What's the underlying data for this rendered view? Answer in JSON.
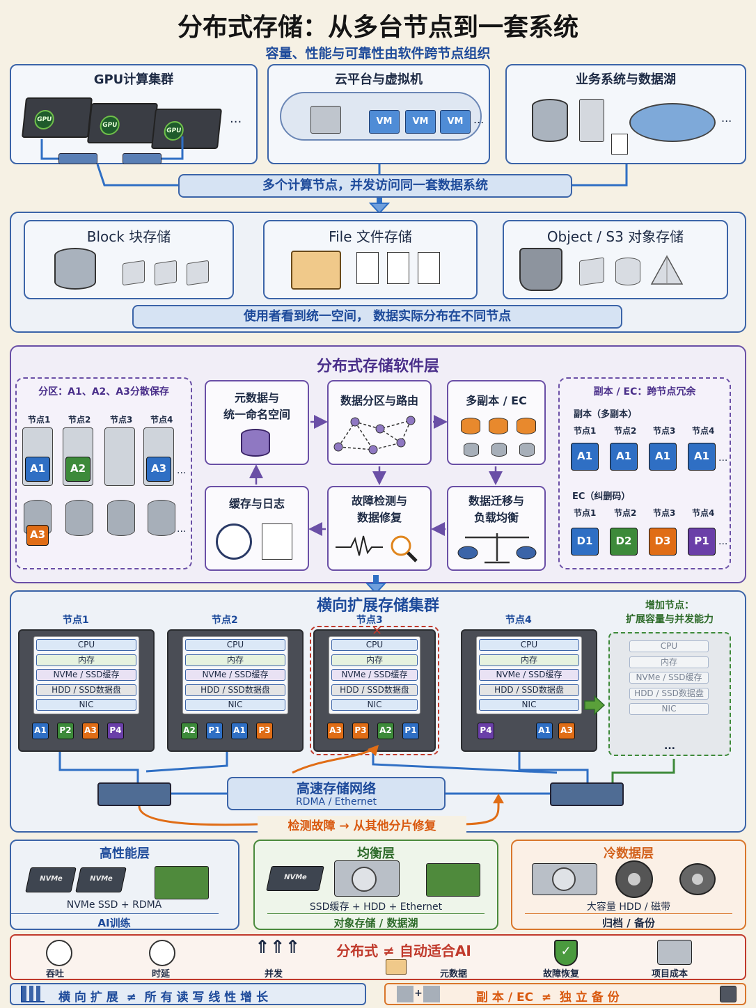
{
  "header": {
    "title": "分布式存储：从多台节点到一套系统",
    "subtitle": "容量、性能与可靠性由软件跨节点组织"
  },
  "compute": {
    "gpu_title": "GPU计算集群",
    "gpu_label": "GPU",
    "cloud_title": "云平台与虚拟机",
    "vm_label": "VM",
    "biz_title": "业务系统与数据湖",
    "ellipsis": "...",
    "ribbon": "多个计算节点，并发访问同一套数据系统"
  },
  "access": {
    "block": "Block 块存储",
    "file": "File 文件存储",
    "object": "Object / S3 对象存储",
    "ribbon": "使用者看到统一空间， 数据实际分布在不同节点"
  },
  "software": {
    "title": "分布式存储软件层",
    "partition_title": "分区：A1、A2、A3分散保存",
    "node_labels": [
      "节点1",
      "节点2",
      "节点3",
      "节点4"
    ],
    "partition_blocks": [
      "A1",
      "A2",
      "A3",
      "A3"
    ],
    "cards": {
      "meta": "元数据与\n统一命名空间",
      "route": "数据分区与路由",
      "replica": "多副本 / EC",
      "cache": "缓存与日志",
      "fault": "故障检测与\n数据修复",
      "migrate": "数据迁移与\n负载均衡"
    },
    "redundancy_title": "副本 / EC：跨节点冗余",
    "replica_sub": "副本（多副本）",
    "replica_blocks": [
      "A1",
      "A1",
      "A1",
      "A1"
    ],
    "ec_sub": "EC（纠删码）",
    "ec_blocks": [
      "D1",
      "D2",
      "D3",
      "P1"
    ]
  },
  "cluster": {
    "title": "横向扩展存储集群",
    "slots": [
      "CPU",
      "内存",
      "NVMe / SSD缓存",
      "HDD / SSD数据盘",
      "NIC"
    ],
    "nodes": [
      {
        "name": "节点1",
        "blocks": [
          "A1",
          "P2",
          "A3",
          "P4"
        ]
      },
      {
        "name": "节点2",
        "blocks": [
          "A2",
          "P1",
          "A1",
          "P3"
        ]
      },
      {
        "name": "节点3",
        "blocks": [
          "A3",
          "P3",
          "A2",
          "P1"
        ]
      },
      {
        "name": "节点4",
        "blocks": [
          "P4",
          "A1",
          "A3"
        ]
      }
    ],
    "add_node": "增加节点：\n扩展容量与并发能力",
    "network_title": "高速存储网络",
    "network_sub": "RDMA / Ethernet",
    "recover": "检测故障 → 从其他分片修复",
    "fail_mark": "✕",
    "more": "..."
  },
  "tiers": [
    {
      "title": "高性能层",
      "desc": "NVMe SSD + RDMA",
      "use": "AI训练",
      "color": "#3b64a8",
      "nvme": "NVMe"
    },
    {
      "title": "均衡层",
      "desc": "SSD缓存 + HDD + Ethernet",
      "use": "对象存储 / 数据湖",
      "color": "#4a8a3c",
      "nvme": "NVMe"
    },
    {
      "title": "冷数据层",
      "desc": "大容量 HDD / 磁带",
      "use": "归档 / 备份",
      "color": "#d9762b"
    }
  ],
  "summary": {
    "title": "分布式 ≠ 自动适合AI",
    "items": [
      "吞吐",
      "时延",
      "并发",
      "元数据",
      "故障恢复",
      "项目成本"
    ]
  },
  "footer": {
    "left": "横 向 扩 展  ≠  所 有 读 写 线 性 增 长",
    "right": "副 本 / EC  ≠  独 立 备 份"
  },
  "colors": {
    "blue": "#2f6fc4",
    "green": "#3d8a3a",
    "orange": "#e06d16",
    "purple": "#6a3fa8"
  }
}
